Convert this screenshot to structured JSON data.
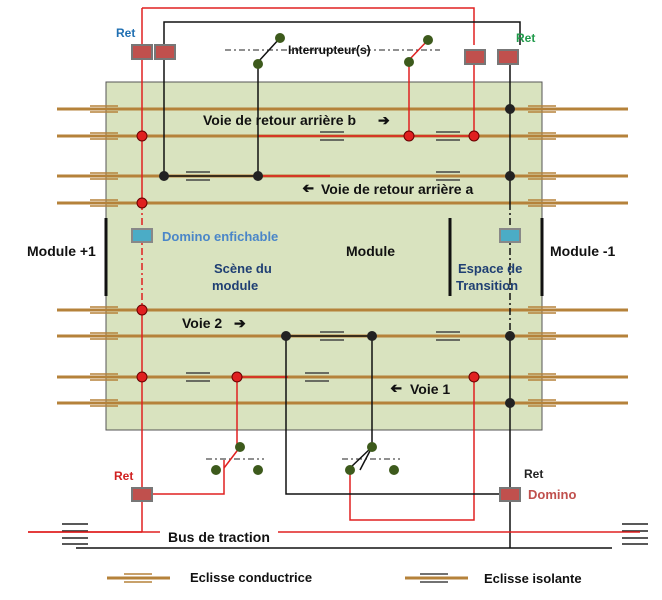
{
  "labels": {
    "ret_top_left": "Ret",
    "ret_top_right": "Ret",
    "ret_bottom_left": "Ret",
    "ret_bottom_right": "Ret",
    "interrupteurs": "Interrupteur(s)",
    "voie_retour_b": "Voie de retour arrière  b",
    "voie_retour_a": "Voie de retour arrière  a",
    "module_plus1": "Module +1",
    "module": "Module",
    "module_minus1": "Module -1",
    "domino_enfichable": "Domino enfichable",
    "scene_line1": "Scène du",
    "scene_line2": "module",
    "espace_line1": "Espace de",
    "espace_line2": "Transition",
    "voie2": "Voie  2",
    "voie1": "Voie  1",
    "domino": "Domino",
    "bus_traction": "Bus de traction",
    "legend_conductrice": "Eclisse conductrice",
    "legend_isolante": "Eclisse isolante"
  },
  "arrows": {
    "voie_retour_b": "➔",
    "voie_retour_a": "➔",
    "voie2": "➔",
    "voie1": "➔"
  },
  "colors": {
    "module_fill": "#d9e3bf",
    "module_border": "#555555",
    "rail": "#b5823a",
    "red_wire": "#e02020",
    "black_wire": "#111111",
    "node_green": "#3d5a1c",
    "domino_red": "#c0504d",
    "domino_blue": "#4bacc6",
    "ret_blue": "#1f6fb2",
    "ret_green": "#1f9a4a",
    "ret_red": "#d02020",
    "domino_label": "#c0504d",
    "domino_enfichable_label": "#4a86c8"
  }
}
